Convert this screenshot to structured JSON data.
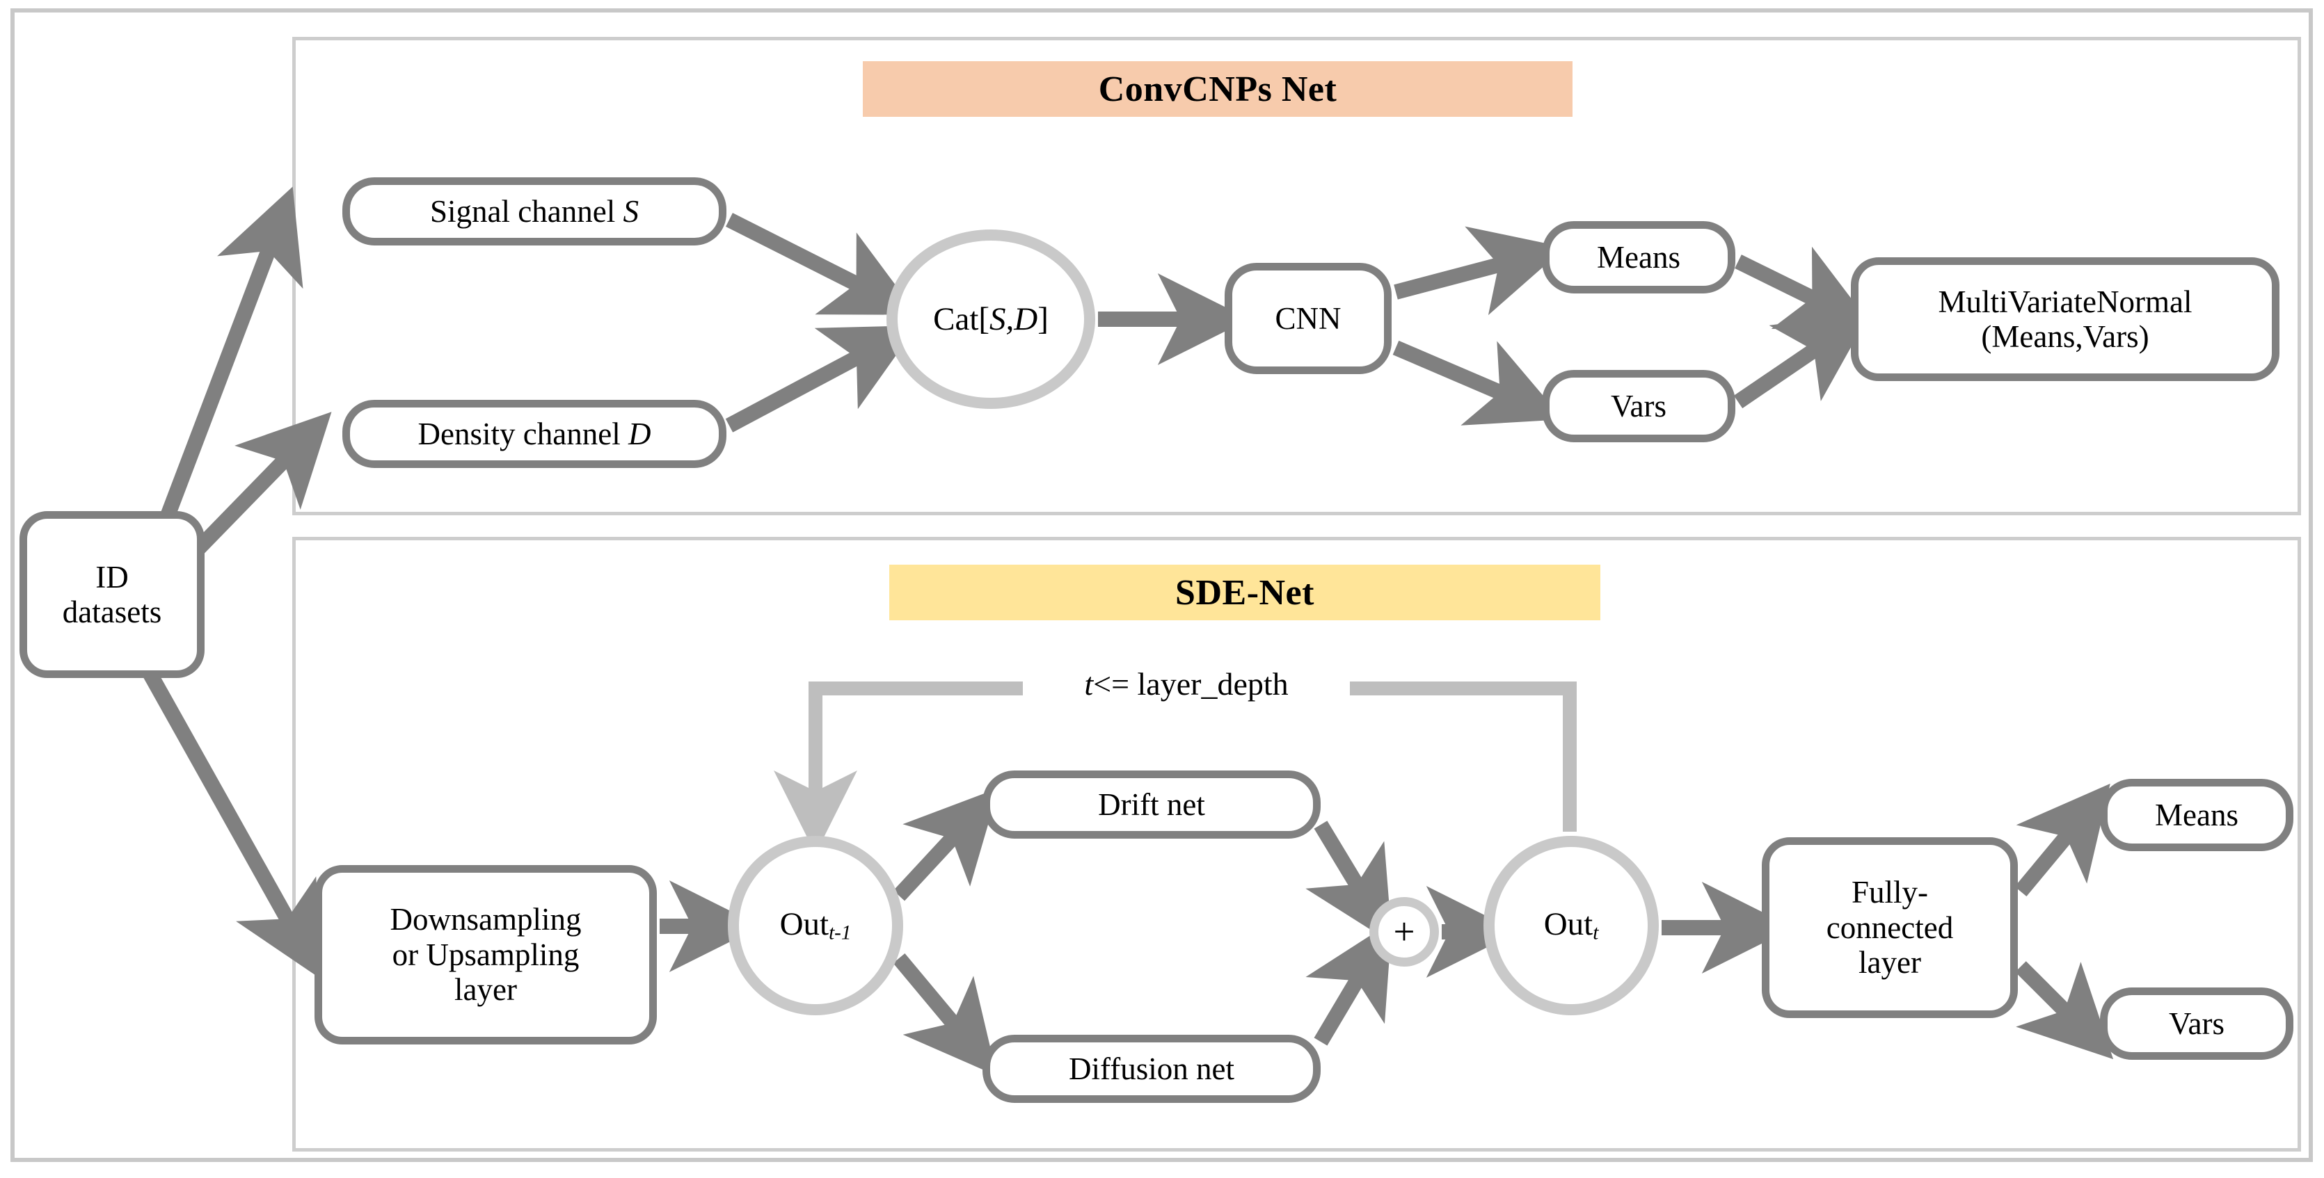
{
  "diagram": {
    "title_bands": {
      "conv": "ConvCNPs Net",
      "sde": "SDE-Net"
    },
    "colors": {
      "band_conv": "#F7CBAC",
      "band_sde": "#FFE599",
      "node_border": "#808080",
      "circle_border": "#C9C9C9",
      "arrow_dark": "#808080",
      "arrow_light": "#BEBEBE",
      "frame": "#C8C8C8"
    },
    "nodes": {
      "id_datasets_line1": "ID",
      "id_datasets_line2": "datasets",
      "signal_channel_text": "Signal channel ",
      "signal_channel_var": "S",
      "density_channel_text": "Density channel ",
      "density_channel_var": "D",
      "cat_prefix": "Cat[",
      "cat_vars": "S,D",
      "cat_suffix": "]",
      "cnn": "CNN",
      "means_conv": "Means",
      "vars_conv": "Vars",
      "mvn_line1": "MultiVariateNormal",
      "mvn_line2": "(Means,Vars)",
      "downsampling_line1": "Downsampling",
      "downsampling_line2": "or Upsampling",
      "downsampling_line3": "layer",
      "out_prev_base": "Out",
      "out_prev_sub": "t-1",
      "drift_net": "Drift net",
      "diffusion_net": "Diffusion net",
      "adder": "+",
      "out_cur_base": "Out",
      "out_cur_sub": "t",
      "fc_line1": "Fully-",
      "fc_line2": "connected",
      "fc_line3": "layer",
      "means_sde": "Means",
      "vars_sde": "Vars"
    },
    "loop": {
      "condition_var": "t",
      "condition_rest": " <= layer_depth"
    }
  }
}
